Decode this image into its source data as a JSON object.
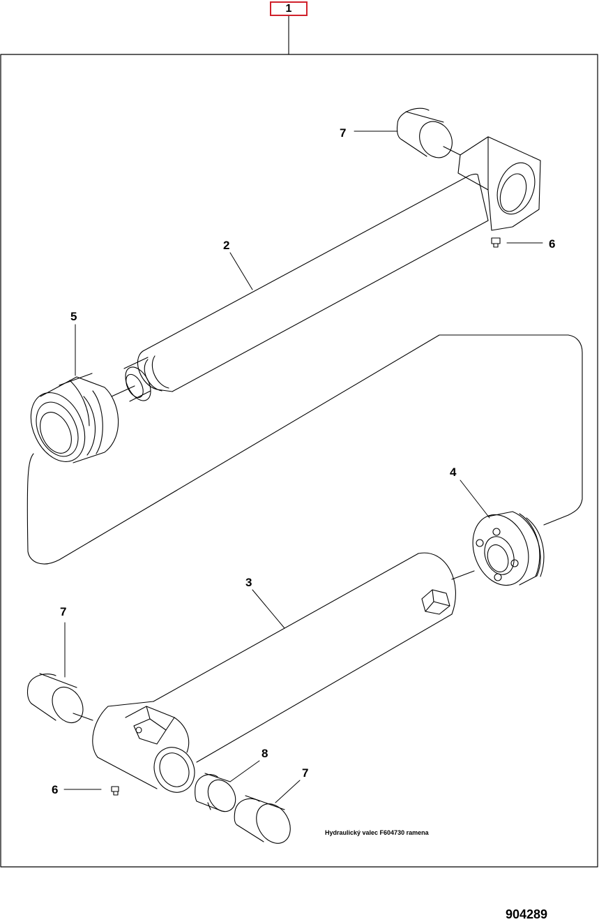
{
  "assembly": {
    "callout": "1"
  },
  "labels": {
    "rod": "2",
    "barrel": "3",
    "piston": "4",
    "gland": "5",
    "grease_top": "6",
    "grease_bottom": "6",
    "bushing_top": "7",
    "bushing_left": "7",
    "bushing_right": "7",
    "sleeve": "8"
  },
  "caption": "Hydraulický valec F604730 ramena",
  "drawing_number": "904289",
  "colors": {
    "callout_border": "#d0202a",
    "line": "#000000",
    "background": "#ffffff"
  }
}
